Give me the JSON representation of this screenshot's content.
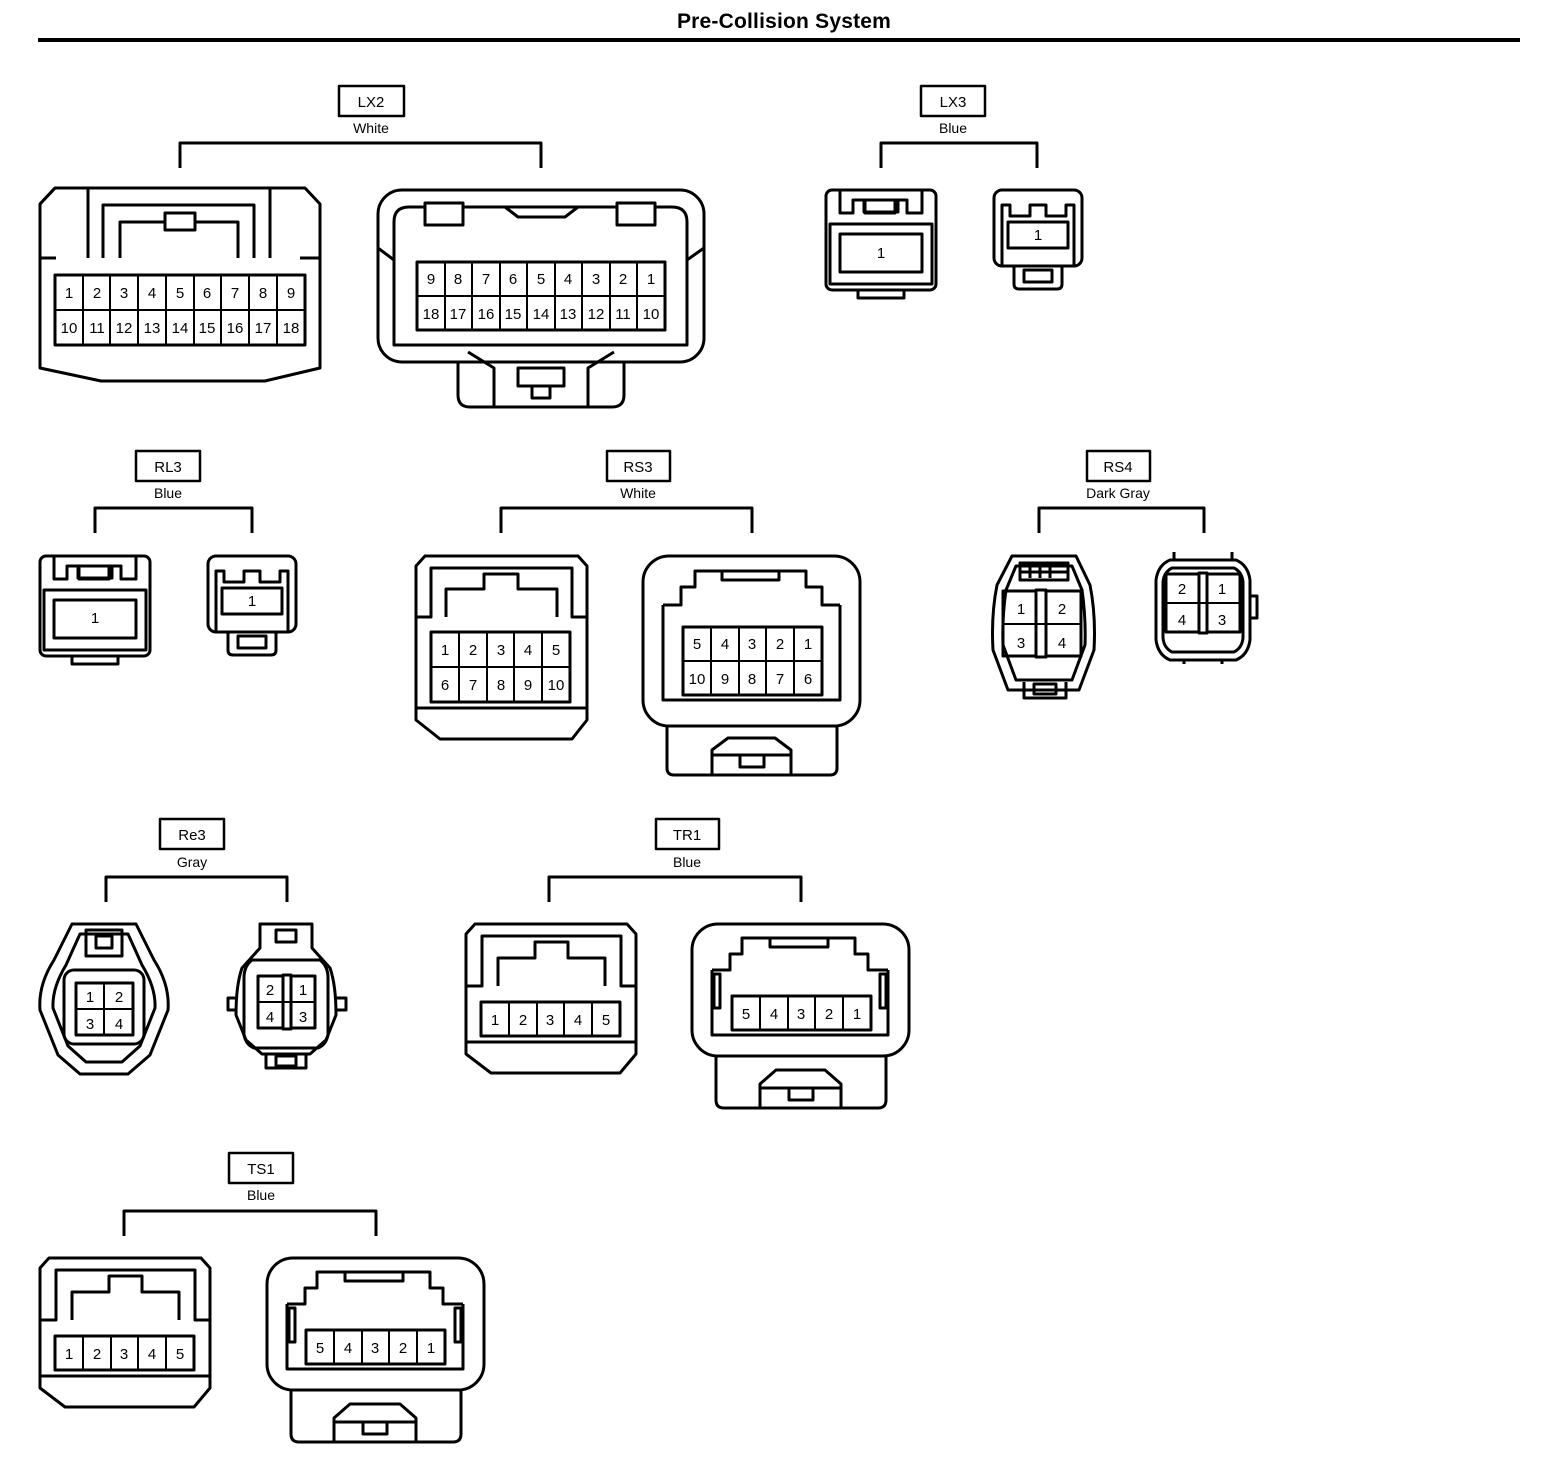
{
  "title": "Pre-Collision System",
  "connectors": [
    {
      "code": "LX2",
      "color": "White",
      "left": {
        "rows": [
          [
            "1",
            "2",
            "3",
            "4",
            "5",
            "6",
            "7",
            "8",
            "9"
          ],
          [
            "10",
            "11",
            "12",
            "13",
            "14",
            "15",
            "16",
            "17",
            "18"
          ]
        ]
      },
      "right": {
        "rows": [
          [
            "9",
            "8",
            "7",
            "6",
            "5",
            "4",
            "3",
            "2",
            "1"
          ],
          [
            "18",
            "17",
            "16",
            "15",
            "14",
            "13",
            "12",
            "11",
            "10"
          ]
        ]
      }
    },
    {
      "code": "LX3",
      "color": "Blue",
      "left": {
        "rows": [
          [
            "1"
          ]
        ]
      },
      "right": {
        "rows": [
          [
            "1"
          ]
        ]
      }
    },
    {
      "code": "RL3",
      "color": "Blue",
      "left": {
        "rows": [
          [
            "1"
          ]
        ]
      },
      "right": {
        "rows": [
          [
            "1"
          ]
        ]
      }
    },
    {
      "code": "RS3",
      "color": "White",
      "left": {
        "rows": [
          [
            "1",
            "2",
            "3",
            "4",
            "5"
          ],
          [
            "6",
            "7",
            "8",
            "9",
            "10"
          ]
        ]
      },
      "right": {
        "rows": [
          [
            "5",
            "4",
            "3",
            "2",
            "1"
          ],
          [
            "10",
            "9",
            "8",
            "7",
            "6"
          ]
        ]
      }
    },
    {
      "code": "RS4",
      "color": "Dark Gray",
      "left": {
        "rows": [
          [
            "1",
            "2"
          ],
          [
            "3",
            "4"
          ]
        ]
      },
      "right": {
        "rows": [
          [
            "2",
            "1"
          ],
          [
            "4",
            "3"
          ]
        ]
      }
    },
    {
      "code": "Re3",
      "color": "Gray",
      "left": {
        "rows": [
          [
            "1",
            "2"
          ],
          [
            "3",
            "4"
          ]
        ]
      },
      "right": {
        "rows": [
          [
            "2",
            "1"
          ],
          [
            "4",
            "3"
          ]
        ]
      }
    },
    {
      "code": "TR1",
      "color": "Blue",
      "left": {
        "rows": [
          [
            "1",
            "2",
            "3",
            "4",
            "5"
          ]
        ]
      },
      "right": {
        "rows": [
          [
            "5",
            "4",
            "3",
            "2",
            "1"
          ]
        ]
      }
    },
    {
      "code": "TS1",
      "color": "Blue",
      "left": {
        "rows": [
          [
            "1",
            "2",
            "3",
            "4",
            "5"
          ]
        ]
      },
      "right": {
        "rows": [
          [
            "5",
            "4",
            "3",
            "2",
            "1"
          ]
        ]
      }
    }
  ]
}
